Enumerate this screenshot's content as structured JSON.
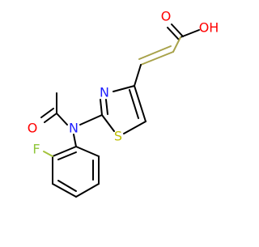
{
  "molecule": {
    "atom_labels": {
      "o_carbonyl": "O",
      "oh": "OH",
      "n_ring": "N",
      "s_ring": "S",
      "n_amide": "N",
      "o_acetyl": "O",
      "f": "F"
    }
  },
  "colors": {
    "bond": "#000000",
    "oxygen": "#ff0000",
    "nitrogen": "#1e1eff",
    "sulfur": "#bfbf00",
    "fluorine": "#8fc63b",
    "olefin": "#a8a24a",
    "c_f_bond": "#a4c33c"
  }
}
